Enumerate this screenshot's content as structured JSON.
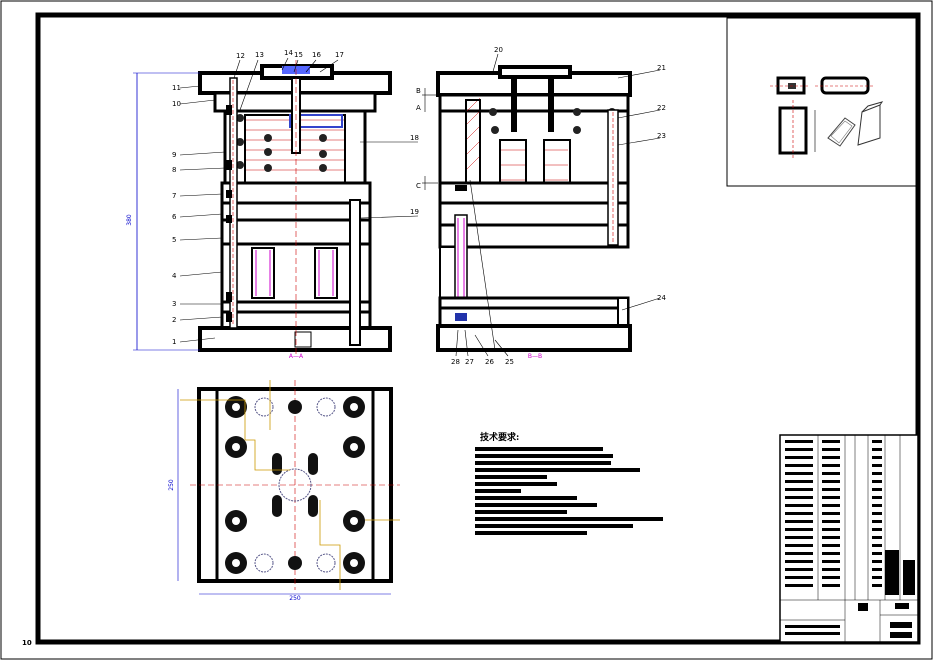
{
  "drawing": {
    "sheet_mark": "10",
    "technical_requirements_title": "技术要求:",
    "section_labels": {
      "aa": "A—A",
      "bb": "B—B"
    },
    "section_refs": {
      "a": "A",
      "b": "B",
      "c": "C"
    },
    "dimensions": {
      "height_left": "380",
      "plan_height": "250",
      "plan_width": "250"
    },
    "callouts_left": [
      "1",
      "2",
      "3",
      "4",
      "5",
      "6",
      "7",
      "8",
      "9",
      "10",
      "11"
    ],
    "callouts_top": [
      "12",
      "13",
      "14",
      "15",
      "16",
      "17"
    ],
    "callouts_right_a": [
      "18",
      "19"
    ],
    "callouts_b": [
      "20",
      "21",
      "22",
      "23",
      "24",
      "25",
      "26",
      "27",
      "28"
    ]
  }
}
